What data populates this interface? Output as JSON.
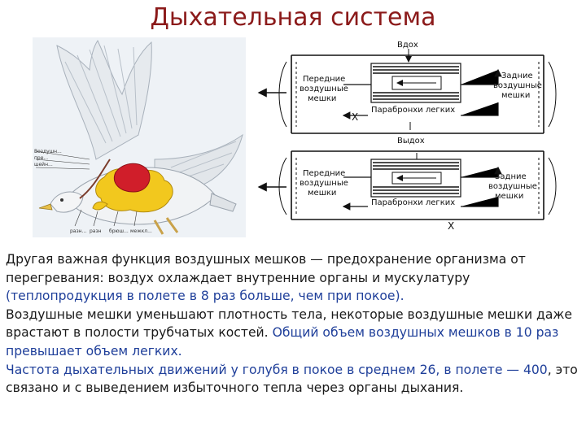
{
  "title": "Дыхательная система",
  "bird": {
    "labels": [
      "Воздушн...",
      "пре...",
      "разн...",
      "разн",
      "брюш...",
      "межкл...",
      "шейн..."
    ]
  },
  "schema": {
    "inhale": {
      "title": "Вдох",
      "front_sacs": [
        "Передние",
        "воздушные",
        "мешки"
      ],
      "back_sacs": [
        "Задние",
        "воздушные",
        "мешки"
      ],
      "parabronchi": "Парабронхи легких",
      "x_mark": "X"
    },
    "exhale": {
      "title": "Выдох",
      "front_sacs": [
        "Передние",
        "воздушные",
        "мешки"
      ],
      "back_sacs": [
        "Задние",
        "воздушные",
        "мешки"
      ],
      "parabronchi": "Парабронхи легких",
      "x_mark": "X"
    }
  },
  "text": {
    "p1_a": "Другая важная функция воздушных мешков — предохранение организма от перегревания: воздух охлаждает внутренние органы и мускулатуру",
    "p1_b": "(теплопродукция в полете в 8 раз больше, чем при покое).",
    "p2_a": "Воздушные мешки уменьшают плотность тела, некоторые воздушные мешки даже врастают в полости трубчатых костей.",
    "p2_b": "Общий объем воздушных мешков в 10 раз превышает объем легких.",
    "p3_a": "Частота дыхательных движений у голубя в покое в среднем 26, в полете — 400",
    "p3_b": ", это связано и с выведением избыточного тепла через органы дыхания."
  },
  "colors": {
    "title": "#8b1a1a",
    "highlight": "#1f3f9a",
    "lung": "#d01e2a",
    "air_sacs": "#f2c81e"
  }
}
